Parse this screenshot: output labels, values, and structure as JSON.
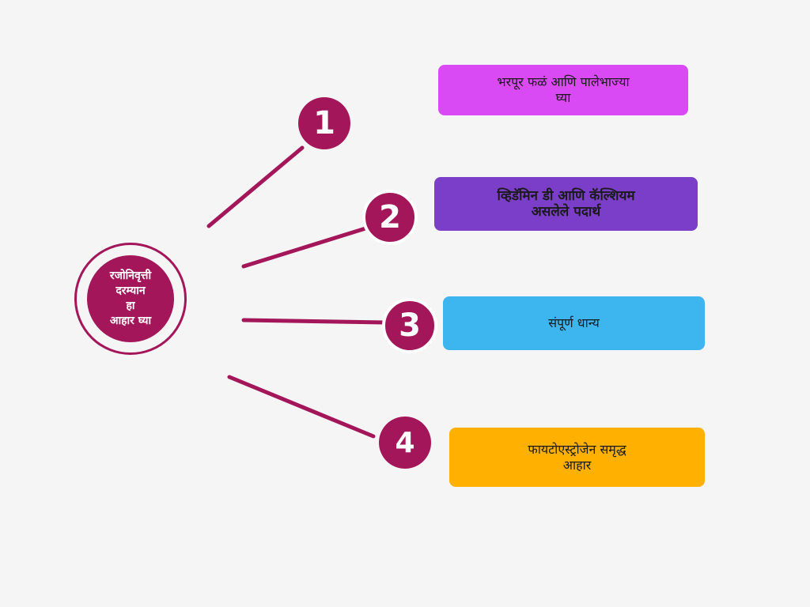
{
  "center": {
    "label": "रजोनिवृत्ती\nदरम्यान\nहा\nआहार घ्या"
  },
  "items": [
    {
      "number": "1",
      "text": "भरपूर फळं आणि पालेभाज्या\nघ्या",
      "color": "#d94af5"
    },
    {
      "number": "2",
      "text": "व्हिडॅमिन डी आणि कॅल्शियम\nअसलेले पदार्थ",
      "color": "#7b3ec9"
    },
    {
      "number": "3",
      "text": "संपूर्ण धान्य",
      "color": "#3db5ef"
    },
    {
      "number": "4",
      "text": "फायटोएस्ट्रोजेन समृद्ध\nआहार",
      "color": "#ffb000"
    }
  ],
  "colors": {
    "accent": "#a3175a",
    "background": "#f6f5f5"
  }
}
